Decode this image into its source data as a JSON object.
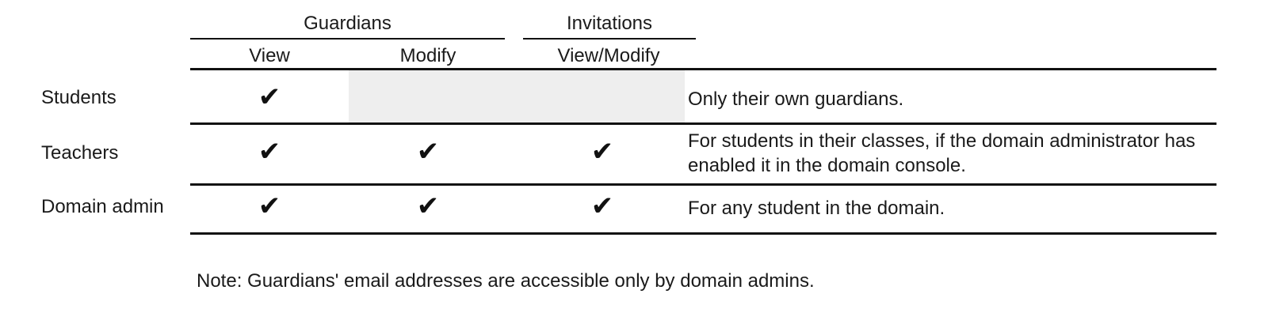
{
  "figure": {
    "title_visible": false,
    "background_color": "#ffffff",
    "rule_color": "#111111",
    "shaded_cell_color": "#eeeeee",
    "text_color": "#1a1a1a",
    "check_glyph": "✔"
  },
  "table": {
    "column_groups": [
      {
        "label": "Guardians",
        "span": 2
      },
      {
        "label": "Invitations",
        "span": 1
      }
    ],
    "columns": [
      {
        "key": "role",
        "header": ""
      },
      {
        "key": "guardians_view",
        "header": "View"
      },
      {
        "key": "guardians_modify",
        "header": "Modify"
      },
      {
        "key": "invitations_view_modify",
        "header": "View/Modify"
      },
      {
        "key": "notes",
        "header": ""
      }
    ],
    "rows": [
      {
        "role": "Students",
        "guardians_view": "check",
        "guardians_modify": "shaded",
        "invitations_view_modify": "shaded",
        "notes": "Only their own guardians."
      },
      {
        "role": "Teachers",
        "guardians_view": "check",
        "guardians_modify": "check",
        "invitations_view_modify": "check",
        "notes": "For students in their classes, if the domain administrator has enabled it in the domain console."
      },
      {
        "role": "Domain admin",
        "guardians_view": "check",
        "guardians_modify": "check",
        "invitations_view_modify": "check",
        "notes": "For any student in the domain."
      }
    ]
  },
  "footnote": {
    "text": "Note: Guardians' email addresses are accessible only by domain admins."
  }
}
